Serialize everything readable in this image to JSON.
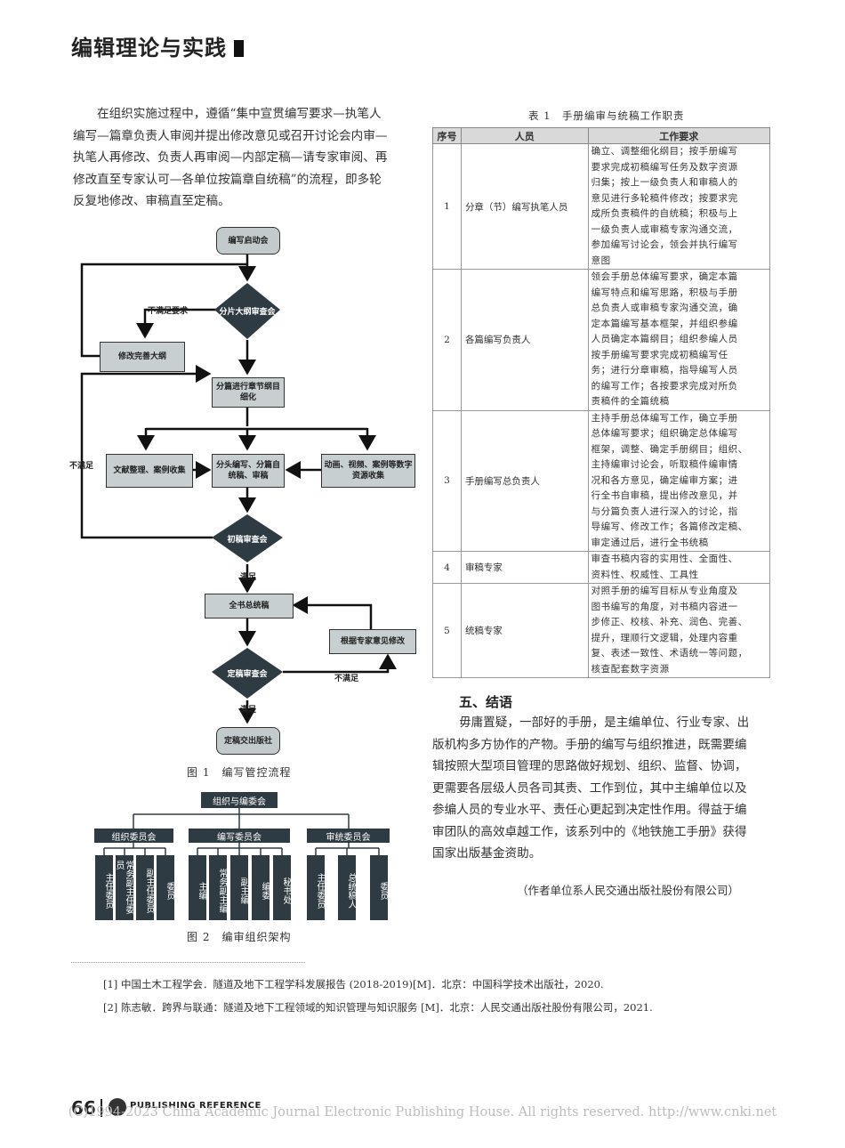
{
  "header": {
    "title": "编辑理论与实践"
  },
  "intro_paragraph": [
    "在组织实施过程中，遵循“集中宣贯编写要求—执笔人",
    "编写—篇章负责人审阅并提出修改意见或召开讨论会内审—",
    "执笔人再修改、负责人再审阅—内部定稿—请专家审阅、再",
    "修改直至专家认可—各单位按篇章自统稿”的流程，即多轮",
    "反复地修改、审稿直至定稿。"
  ],
  "flowchart": {
    "nodes": {
      "start": "编写启动会",
      "review_outline": "分片大纲审查会",
      "improve_outline": "修改完善大纲",
      "detail_outline": "分篇进行章节纲目细化",
      "literature": "文献整理、案例收集",
      "compile": "分头编写、分篇自统稿、审稿",
      "media": "动画、视频、案例等数字资源收集",
      "first_review": "初稿审查会",
      "full_compile": "全书总统稿",
      "expert_revise": "根据专家意见修改",
      "final_review": "定稿审查会",
      "publish": "定稿交出版社"
    },
    "labels": {
      "not_meet_requirement": "不满足要求",
      "not_satisfied": "不满足",
      "satisfied": "满足"
    },
    "caption": "图 1　编写管控流程"
  },
  "org_chart": {
    "root": "组织与编委会",
    "groups": [
      {
        "name": "组织委员会",
        "members": [
          "主任委员",
          "常务副主任委员",
          "副主任委员",
          "委员"
        ]
      },
      {
        "name": "编写委员会",
        "members": [
          "主编",
          "常务副主编",
          "副主编",
          "编委",
          "秘书处"
        ]
      },
      {
        "name": "审统委员会",
        "members": [
          "主任委员",
          "总统稿人",
          "委员"
        ]
      }
    ],
    "caption": "图 2　编审组织架构"
  },
  "table": {
    "caption": "表 1　手册编审与统稿工作职责",
    "headers": [
      "序号",
      "人员",
      "工作要求"
    ],
    "rows": [
      {
        "no": "1",
        "person": "分章（节）编写执笔人员",
        "lines": [
          "确立、调整细化纲目；按手册编写",
          "要求完成初稿编写任务及数字资源",
          "归集；按上一级负责人和审稿人的",
          "意见进行多轮稿件修改；按要求完",
          "成所负责稿件的自统稿；积极与上",
          "一级负责人或审稿专家沟通交流，",
          "参加编写讨论会，领会并执行编写",
          "意图"
        ]
      },
      {
        "no": "2",
        "person": "各篇编写负责人",
        "lines": [
          "领会手册总体编写要求，确定本篇",
          "编写特点和编写思路，积极与手册",
          "总负责人或审稿专家沟通交流，确",
          "定本篇编写基本框架，并组织参编",
          "人员确定本篇纲目；组织参编人员",
          "按手册编写要求完成初稿编写任",
          "务；进行分章审稿，指导编写人员",
          "的编写工作；各按要求完成对所负",
          "责稿件的全篇统稿"
        ]
      },
      {
        "no": "3",
        "person": "手册编写总负责人",
        "lines": [
          "主持手册总体编写工作，确立手册",
          "总体编写要求；组织确定总体编写",
          "框架，调整、确定手册纲目；组织、",
          "主持编审讨论会，听取稿件编审情",
          "况和各方意见，确定编审方案；进",
          "行全书自审稿，提出修改意见，并",
          "与分篇负责人进行深入的讨论，指",
          "导编写、修改工作；各篇修改定稿、",
          "审定通过后，进行全书统稿"
        ]
      },
      {
        "no": "4",
        "person": "审稿专家",
        "lines": [
          "审查书稿内容的实用性、全面性、",
          "资料性、权威性、工具性"
        ]
      },
      {
        "no": "5",
        "person": "统稿专家",
        "lines": [
          "对照手册的编写目标从专业角度及",
          "图书编写的角度，对书稿内容进一",
          "步修正、校核、补充、润色、完善、",
          "提升，理顺行文逻辑，处理内容重",
          "复、表述一致性、术语统一等问题，",
          "核查配套数字资源"
        ]
      }
    ]
  },
  "conclusion": {
    "heading": "五、结语",
    "lines": [
      "毋庸置疑，一部好的手册，是主编单位、行业专家、出",
      "版机构多方协作的产物。手册的编写与组织推进，既需要编",
      "辑按照大型项目管理的思路做好规划、组织、监督、协调，",
      "更需要各层级人员各司其责、工作到位，其中主编单位以及",
      "参编人员的专业水平、责任心更起到决定性作用。得益于编",
      "审团队的高效卓越工作，该系列中的《地铁施工手册》获得",
      "国家出版基金资助。"
    ],
    "author": "（作者单位系人民交通出版社股份有限公司）"
  },
  "references": [
    "[1] 中国土木工程学会．隧道及地下工程学科发展报告 (2018-2019)[M]．北京：中国科学技术出版社，2020.",
    "[2] 陈志敏．跨界与联通：隧道及地下工程领域的知识管理与知识服务 [M]．北京：人民交通出版社股份有限公司，2021."
  ],
  "footer": {
    "page_number": "66",
    "brand": "PUBLISHING REFERENCE",
    "copyright": "(C)1994-2023 China Academic Journal Electronic Publishing House. All rights reserved.    http://www.cnki.net"
  }
}
